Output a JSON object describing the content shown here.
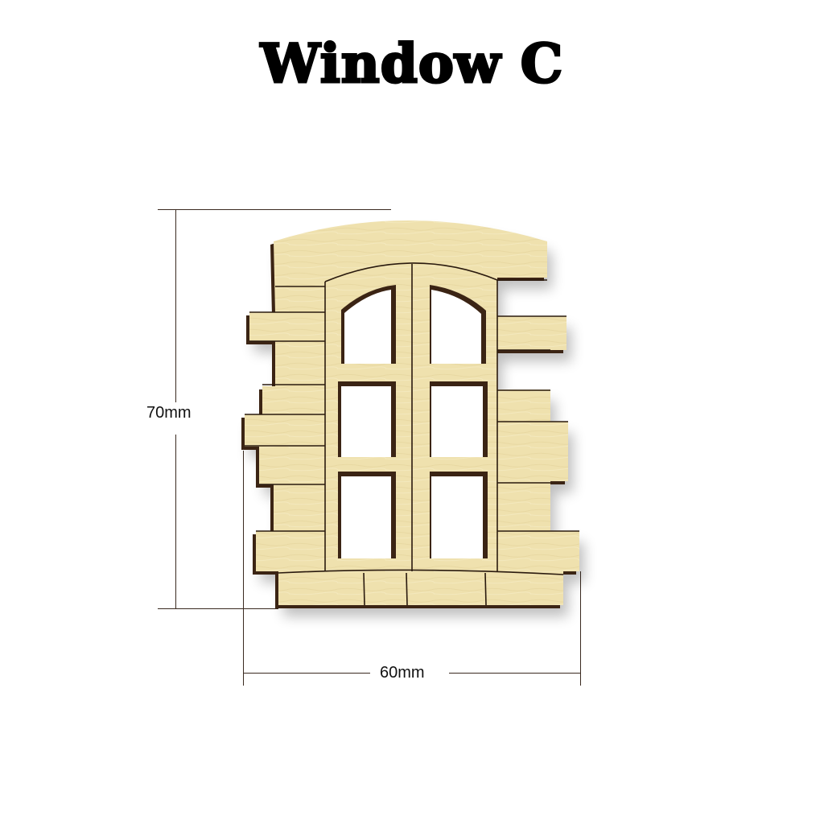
{
  "title": "Window C",
  "dimensions": {
    "height_label": "70mm",
    "width_label": "60mm"
  },
  "colors": {
    "wood": "#EFE1AE",
    "wood_shadow": "#3B2414",
    "cut_line": "#2A1A0E",
    "dimension_line": "#3A2A20"
  },
  "panes": {
    "rows": 3,
    "columns": 2
  }
}
